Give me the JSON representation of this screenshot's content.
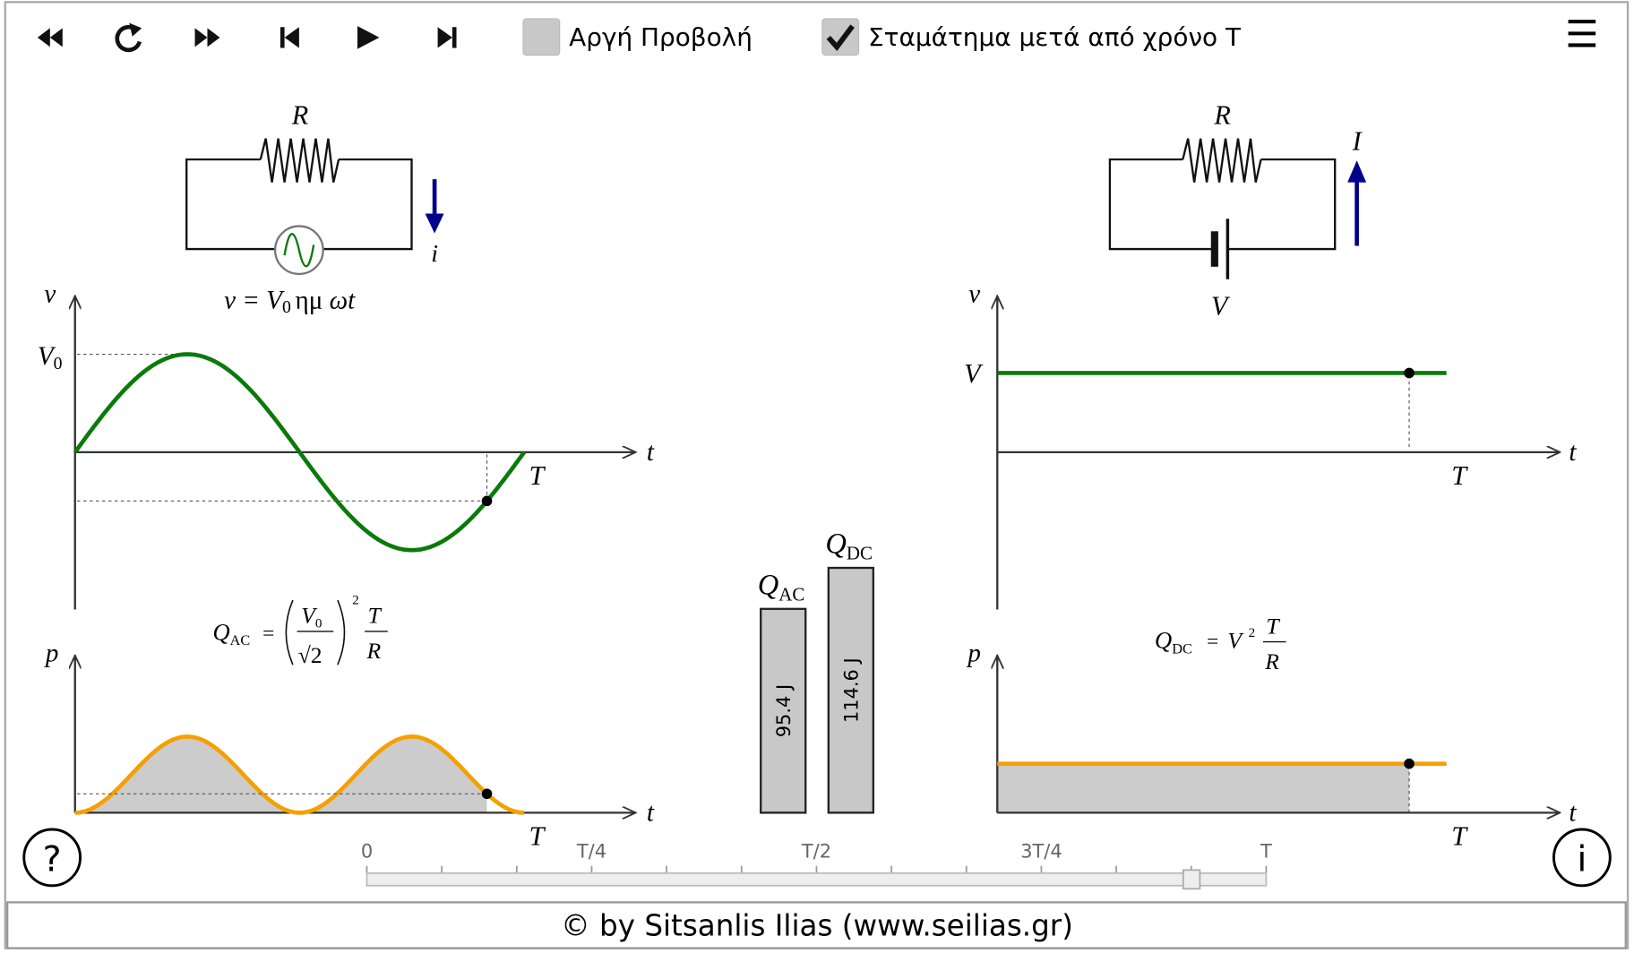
{
  "toolbar": {
    "slow_motion_label": "Αργή Προβολή",
    "slow_motion_checked": false,
    "stop_after_label": "Σταμάτημα μετά από χρόνο T",
    "stop_after_checked": true,
    "buttons": [
      "rewind-icon",
      "reload-icon",
      "fast-forward-icon",
      "skip-back-icon",
      "play-icon",
      "skip-end-icon"
    ],
    "menu_icon": "☰"
  },
  "ac": {
    "resistor_label": "R",
    "current_label": "i",
    "formula": {
      "lhs": "v = ",
      "v0": "V",
      "v0_sub": "0",
      "rest": "ημ ",
      "wt": "ωt"
    },
    "v_axis": "v",
    "t_axis": "t",
    "T_label": "T",
    "V0_label": "V",
    "V0_sub": "0",
    "p_axis": "p",
    "q_formula": {
      "Q": "Q",
      "sub": "AC",
      "eq": "=",
      "num": "V",
      "num_sub": "0",
      "den": "√2",
      "pow": "2",
      "T": "T",
      "R": "R"
    }
  },
  "dc": {
    "resistor_label": "R",
    "current_label": "I",
    "source_label": "V",
    "v_axis": "v",
    "t_axis": "t",
    "T_label": "T",
    "V_label": "V",
    "p_axis": "p",
    "q_formula": {
      "Q": "Q",
      "sub": "DC",
      "eq": "=",
      "V": "V",
      "pow": "2",
      "T": "T",
      "R": "R"
    }
  },
  "bars": [
    {
      "label": "Q",
      "sub": "AC",
      "value": 95.4,
      "unit": "J",
      "text": "95.4 J"
    },
    {
      "label": "Q",
      "sub": "DC",
      "value": 114.6,
      "unit": "J",
      "text": "114.6 J"
    }
  ],
  "slider": {
    "labels": [
      "0",
      "T/4",
      "T/2",
      "3T/4",
      "T"
    ],
    "progress": 0.917
  },
  "help_icon": "?",
  "info_icon": "i",
  "footer": "© by Sitsanlis Ilias (www.seilias.gr)",
  "colors": {
    "voltage": "#0a7a0a",
    "power": "#f5a000",
    "arrow": "#00008b",
    "fill": "#cccccc"
  }
}
